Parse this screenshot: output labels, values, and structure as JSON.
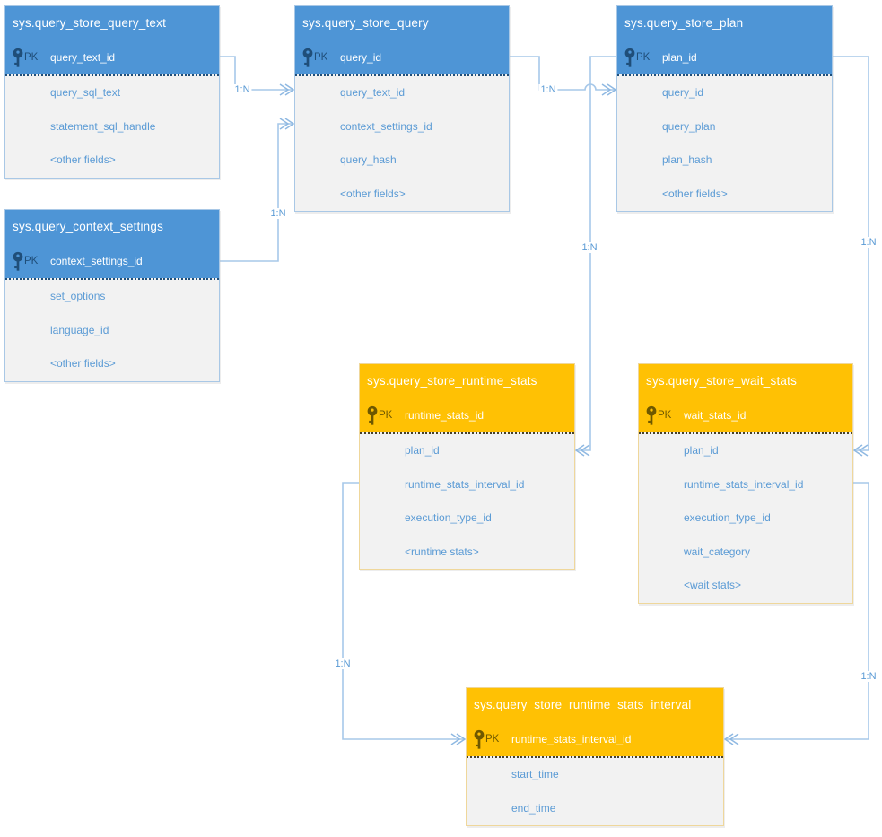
{
  "entities": [
    {
      "name": "sys.query_store_query_text",
      "theme": "blue",
      "pk_label": "PK",
      "pk_field": "query_text_id",
      "fields": [
        "query_sql_text",
        "statement_sql_handle",
        "<other fields>"
      ]
    },
    {
      "name": "sys.query_store_query",
      "theme": "blue",
      "pk_label": "PK",
      "pk_field": "query_id",
      "fields": [
        "query_text_id",
        "context_settings_id",
        "query_hash",
        "<other fields>"
      ]
    },
    {
      "name": "sys.query_store_plan",
      "theme": "blue",
      "pk_label": "PK",
      "pk_field": "plan_id",
      "fields": [
        "query_id",
        "query_plan",
        "plan_hash",
        "<other fields>"
      ]
    },
    {
      "name": "sys.query_context_settings",
      "theme": "blue",
      "pk_label": "PK",
      "pk_field": "context_settings_id",
      "fields": [
        "set_options",
        "language_id",
        "<other fields>"
      ]
    },
    {
      "name": "sys.query_store_runtime_stats",
      "theme": "orange",
      "pk_label": "PK",
      "pk_field": "runtime_stats_id",
      "fields": [
        "plan_id",
        "runtime_stats_interval_id",
        "execution_type_id",
        "<runtime stats>"
      ]
    },
    {
      "name": "sys.query_store_wait_stats",
      "theme": "orange",
      "pk_label": "PK",
      "pk_field": "wait_stats_id",
      "fields": [
        "plan_id",
        "runtime_stats_interval_id",
        "execution_type_id",
        "wait_category",
        "<wait stats>"
      ]
    },
    {
      "name": "sys.query_store_runtime_stats_interval",
      "theme": "orange",
      "pk_label": "PK",
      "pk_field": "runtime_stats_interval_id",
      "fields": [
        "start_time",
        "end_time"
      ]
    }
  ],
  "connectors": [
    {
      "label": "1:N",
      "from": "sys.query_store_query_text.query_text_id",
      "to": "sys.query_store_query.query_text_id"
    },
    {
      "label": "1:N",
      "from": "sys.query_context_settings.context_settings_id",
      "to": "sys.query_store_query.context_settings_id"
    },
    {
      "label": "1:N",
      "from": "sys.query_store_query.query_id",
      "to": "sys.query_store_plan.query_id"
    },
    {
      "label": "1:N",
      "from": "sys.query_store_plan.plan_id",
      "to": "sys.query_store_runtime_stats.plan_id"
    },
    {
      "label": "1:N",
      "from": "sys.query_store_plan.plan_id",
      "to": "sys.query_store_wait_stats.plan_id"
    },
    {
      "label": "1:N",
      "from": "sys.query_store_runtime_stats.runtime_stats_interval_id",
      "to": "sys.query_store_runtime_stats_interval.runtime_stats_interval_id"
    },
    {
      "label": "1:N",
      "from": "sys.query_store_wait_stats.runtime_stats_interval_id",
      "to": "sys.query_store_runtime_stats_interval.runtime_stats_interval_id"
    }
  ],
  "colors": {
    "blue_header": "#4E95D6",
    "orange_header": "#FFC104",
    "body_background": "#F2F2F2",
    "field_text": "#5B9BD5",
    "connector_line": "#A7C8E9",
    "pk_icon_blue": "#1F4E79",
    "pk_icon_orange": "#6E5800"
  }
}
